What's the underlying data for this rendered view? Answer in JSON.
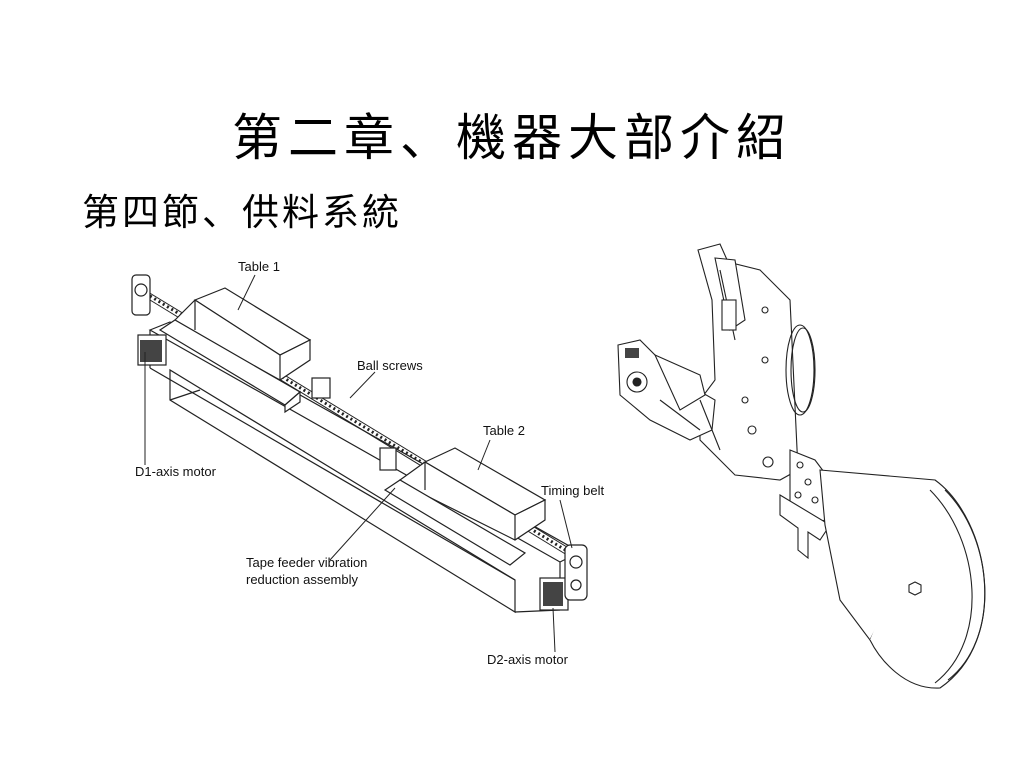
{
  "slide": {
    "title": "第二章、機器大部介紹",
    "subtitle": "第四節、供料系統"
  },
  "left_figure": {
    "labels": {
      "table1": "Table 1",
      "ball_screws": "Ball screws",
      "table2": "Table 2",
      "d1_motor": "D1-axis motor",
      "timing_belt": "Timing belt",
      "vibration_line1": "Tape feeder vibration",
      "vibration_line2": "reduction assembly",
      "d2_motor": "D2-axis motor"
    }
  }
}
